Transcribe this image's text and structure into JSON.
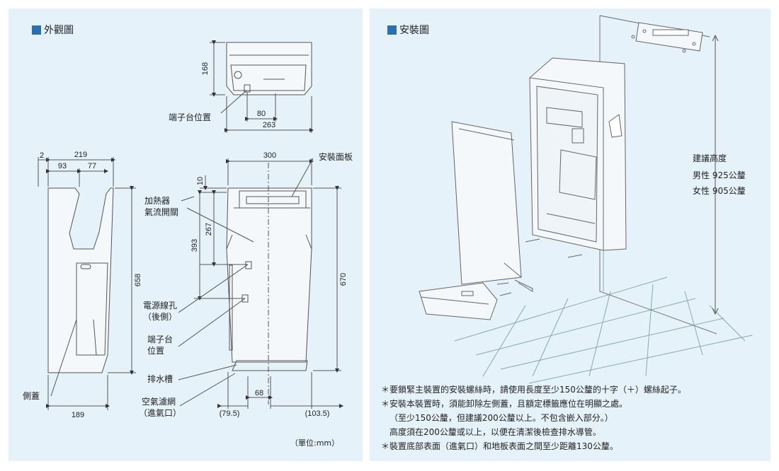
{
  "left": {
    "title": "外觀圖",
    "dims": {
      "top_h": "168",
      "top_w80": "80",
      "top_w263": "263",
      "side_2": "2",
      "side_219": "219",
      "side_93": "93",
      "side_77": "77",
      "side_658": "658",
      "side_189": "189",
      "front_300": "300",
      "front_10": "10",
      "front_267": "267",
      "front_393": "393",
      "front_670": "670",
      "front_68": "68",
      "front_795": "(79.5)",
      "front_1035": "(103.5)"
    },
    "labels": {
      "terminal_pos": "端子台位置",
      "mount_plate": "安裝面板",
      "heater_l1": "加熱器",
      "heater_l2": "氣流開關",
      "power_l1": "電源線孔",
      "power_l2": "（後側）",
      "term_l1": "端子台",
      "term_l2": "位置",
      "drain": "排水槽",
      "side_cover": "側蓋",
      "filter_l1": "空氣濾網",
      "filter_l2": "（進氣口）",
      "unit": "（單位:mm）"
    }
  },
  "right": {
    "title": "安裝圖",
    "height_title": "建議高度",
    "male": "男性  925公釐",
    "female": "女性  905公釐",
    "notes": [
      "＊要鎖緊主裝置的安裝螺絲時，請使用長度至少150公釐的十字（＋）螺絲起子。",
      "＊安裝本裝置時，須能卸除左側蓋，且額定標籤應位在明顯之處。",
      "（至少150公釐，但建議200公釐以上。不包含嵌入部分。）",
      "高度須在200公釐或以上，以便在清潔後檢查排水導管。",
      "＊裝置底部表面（進氣口）和地板表面之間至少距離130公釐。"
    ]
  }
}
